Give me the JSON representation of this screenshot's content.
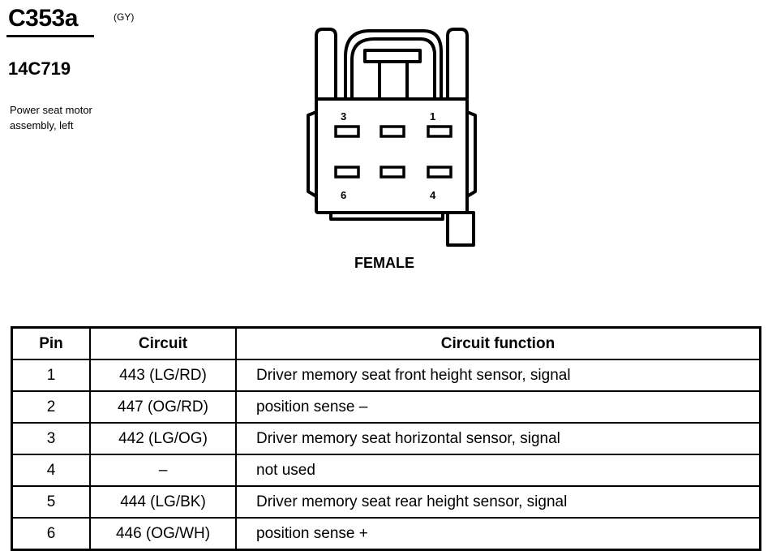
{
  "connector": {
    "id": "C353a",
    "color_code": "(GY)",
    "part_number": "14C719",
    "description": "Power seat motor assembly, left",
    "gender": "FEMALE",
    "pin_labels": [
      "3",
      "1",
      "6",
      "4"
    ]
  },
  "table": {
    "headers": [
      "Pin",
      "Circuit",
      "Circuit function"
    ],
    "rows": [
      {
        "pin": "1",
        "circuit": "443 (LG/RD)",
        "function": "Driver memory seat front height sensor, signal"
      },
      {
        "pin": "2",
        "circuit": "447 (OG/RD)",
        "function": "position sense –"
      },
      {
        "pin": "3",
        "circuit": "442 (LG/OG)",
        "function": "Driver memory seat horizontal sensor, signal"
      },
      {
        "pin": "4",
        "circuit": "–",
        "function": "not used"
      },
      {
        "pin": "5",
        "circuit": "444 (LG/BK)",
        "function": "Driver memory seat rear height sensor, signal"
      },
      {
        "pin": "6",
        "circuit": "446 (OG/WH)",
        "function": "position sense +"
      }
    ]
  }
}
